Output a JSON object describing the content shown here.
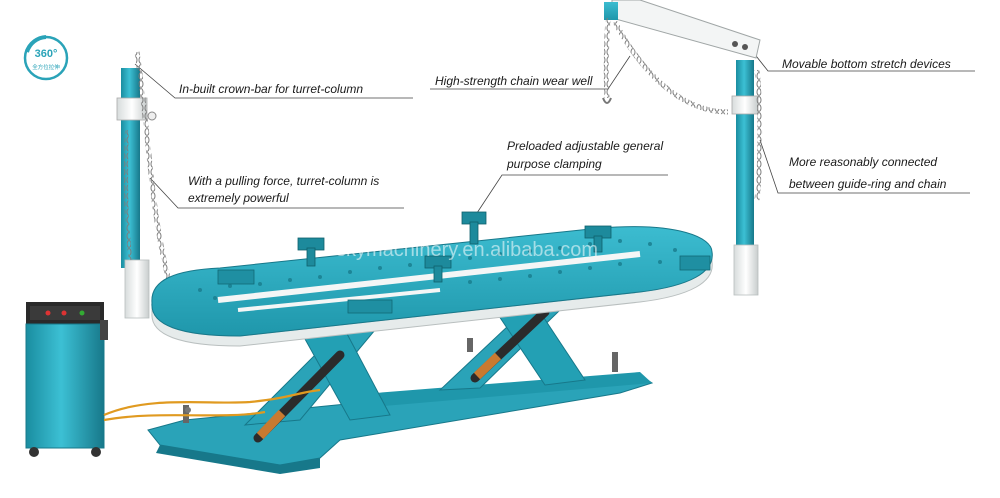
{
  "badge": {
    "top": "360°",
    "bottom": "全方位拉伸"
  },
  "watermark": "skymachinery.en.alibaba.com",
  "callouts": {
    "crown_bar": "In-built crown-bar for turret-column",
    "chain_wear_well": "High-strength chain wear well",
    "stretch_devices": "Movable bottom stretch devices",
    "clamping_line1": "Preloaded adjustable general",
    "clamping_line2": "purpose clamping",
    "guide_ring_line1": "More reasonably connected",
    "guide_ring_line2": "between guide-ring and chain",
    "pulling_line1": "With a pulling force, turret-column is",
    "pulling_line2": "extremely powerful"
  },
  "colors": {
    "teal": "#2aa3b8",
    "teal_dark": "#17788a",
    "white_frame": "#eef2f2",
    "chain": "#8a8a8a",
    "hose": "#e09a20",
    "leader": "#444444"
  }
}
